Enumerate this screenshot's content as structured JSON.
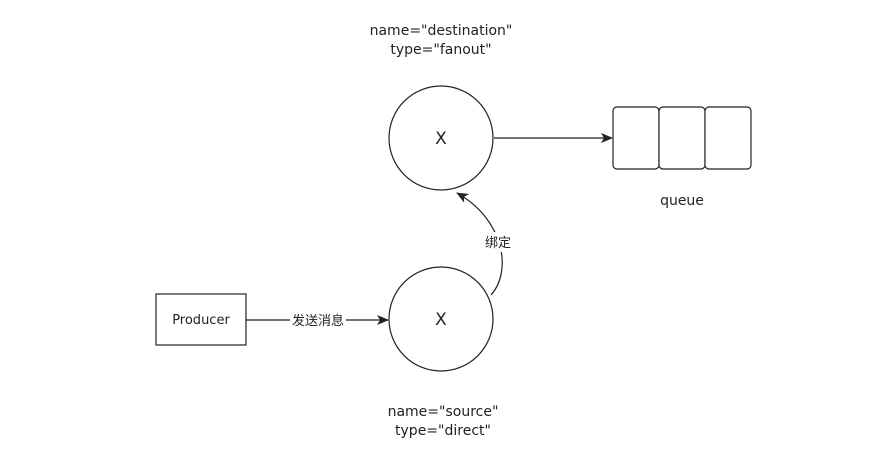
{
  "destination_exchange": {
    "name_line": "name=\"destination\"",
    "type_line": "type=\"fanout\"",
    "symbol": "X"
  },
  "source_exchange": {
    "name_line": "name=\"source\"",
    "type_line": "type=\"direct\"",
    "symbol": "X"
  },
  "producer": {
    "label": "Producer"
  },
  "queue": {
    "label": "queue",
    "slot_count": 3
  },
  "edges": {
    "send_label": "发送消息",
    "bind_label": "绑定"
  },
  "colors": {
    "stroke": "#222222",
    "background": "#ffffff"
  }
}
